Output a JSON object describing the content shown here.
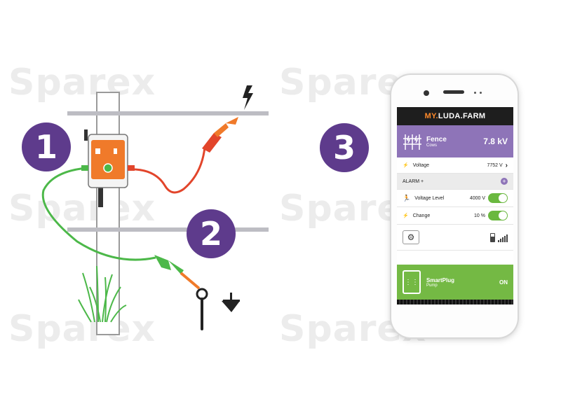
{
  "watermark": "Sparex",
  "steps": [
    "1",
    "2",
    "3"
  ],
  "colors": {
    "purple": "#5e3b8c",
    "orange": "#f07a2a",
    "green": "#4cb849",
    "red": "#e2452b",
    "rail": "#bdbdc3"
  },
  "app": {
    "brand_prefix": "MY.",
    "brand_main": "LUDA.FARM",
    "fence": {
      "title": "Fence",
      "subtitle": "Cows",
      "value": "7.8 kV"
    },
    "voltage": {
      "label": "Voltage",
      "value": "7752 V"
    },
    "alarm": {
      "label": "ALARM +"
    },
    "voltage_level": {
      "label": "Voltage Level",
      "value": "4000 V"
    },
    "change": {
      "label": "Change",
      "value": "10 %"
    },
    "smartplug": {
      "title": "SmartPlug",
      "subtitle": "Pump",
      "state": "ON"
    }
  }
}
